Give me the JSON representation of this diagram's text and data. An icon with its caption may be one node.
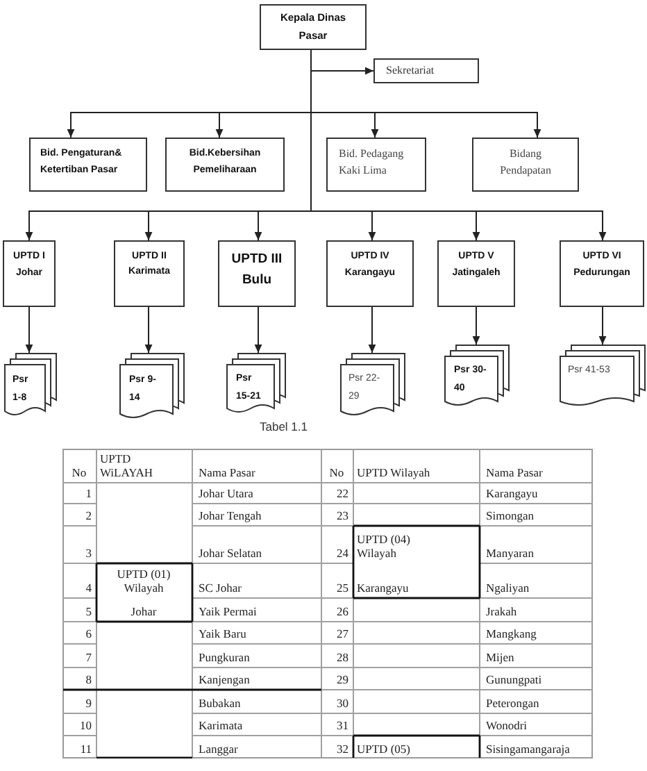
{
  "diagram": {
    "nodes": [
      {
        "text": [
          "Kepala Dinas Pasar"
        ]
      },
      {
        "text": [
          "Sekretariat"
        ]
      },
      {
        "text": [
          "Bid. Pengaturan& Ketertiban Pasar"
        ]
      },
      {
        "text": [
          "Bid.Kebersihan Pemeliharaan"
        ]
      },
      {
        "text": [
          "Bid. Pedagang Kaki Lima"
        ]
      },
      {
        "text": [
          "Bidang Pendapatan"
        ]
      },
      {
        "text": [
          "UPTD I Johar"
        ]
      },
      {
        "text": [
          "UPTD II Karimata"
        ]
      },
      {
        "text": [
          "UPTD III Bulu"
        ]
      },
      {
        "text": [
          "UPTD IV Karangayu"
        ]
      },
      {
        "text": [
          "UPTD V Jatingaleh"
        ]
      },
      {
        "text": [
          "UPTD VI Pedurungan"
        ]
      },
      {
        "text": [
          "Psr 1-8"
        ]
      },
      {
        "text": [
          "Psr 9- 14"
        ]
      },
      {
        "text": [
          "Psr 15-21"
        ]
      },
      {
        "text": [
          "Psr 22- 29"
        ]
      },
      {
        "text": [
          "Psr 30- 40"
        ]
      },
      {
        "text": [
          "Psr 41-53"
        ]
      }
    ],
    "edges": [
      {
        "from": 0,
        "to": 1,
        "arrow": "to"
      },
      {
        "from": 0,
        "to": 2,
        "arrow": "to"
      },
      {
        "from": 0,
        "to": 3,
        "arrow": "to"
      },
      {
        "from": 0,
        "to": 4,
        "arrow": "to"
      },
      {
        "from": 0,
        "to": 5,
        "arrow": "to"
      },
      {
        "from": 0,
        "to": 6,
        "arrow": "to"
      },
      {
        "from": 0,
        "to": 7,
        "arrow": "to"
      },
      {
        "from": 0,
        "to": 8,
        "arrow": "to"
      },
      {
        "from": 0,
        "to": 9,
        "arrow": "to"
      },
      {
        "from": 0,
        "to": 10,
        "arrow": "to"
      },
      {
        "from": 0,
        "to": 11,
        "arrow": "to"
      },
      {
        "from": 6,
        "to": 12,
        "arrow": "to"
      },
      {
        "from": 7,
        "to": 13,
        "arrow": "to"
      },
      {
        "from": 8,
        "to": 14,
        "arrow": "to"
      },
      {
        "from": 9,
        "to": 15,
        "arrow": "to"
      },
      {
        "from": 10,
        "to": 16,
        "arrow": "to"
      },
      {
        "from": 11,
        "to": 17,
        "arrow": "to"
      }
    ],
    "labels": [
      "Tabel 1.1",
      "No",
      "UPTD WiLAYAH",
      "Nama Pasar",
      "No",
      "UPTD Wilayah",
      "Nama Pasar",
      "1",
      "Johar Utara",
      "22",
      "Karangayu",
      "2",
      "Johar Tengah",
      "23",
      "Simongan",
      "3",
      "Johar Selatan",
      "24",
      "UPTD (04) Wilayah",
      "Manyaran",
      "4",
      "UPTD (01) Wilayah",
      "SC Johar",
      "25",
      "Karangayu",
      "Ngaliyan",
      "5",
      "Johar",
      "Yaik Permai",
      "26",
      "Jrakah",
      "6",
      "Yaik Baru",
      "27",
      "Mangkang",
      "7",
      "Pungkuran",
      "28",
      "Mijen",
      "8",
      "Kanjengan",
      "29",
      "Gunungpati",
      "9",
      "Bubakan",
      "30",
      "Peterongan",
      "10",
      "Karimata",
      "31",
      "Wonodri",
      "11",
      "Langgar",
      "32",
      "UPTD (05)",
      "Sisingamangaraja"
    ]
  }
}
